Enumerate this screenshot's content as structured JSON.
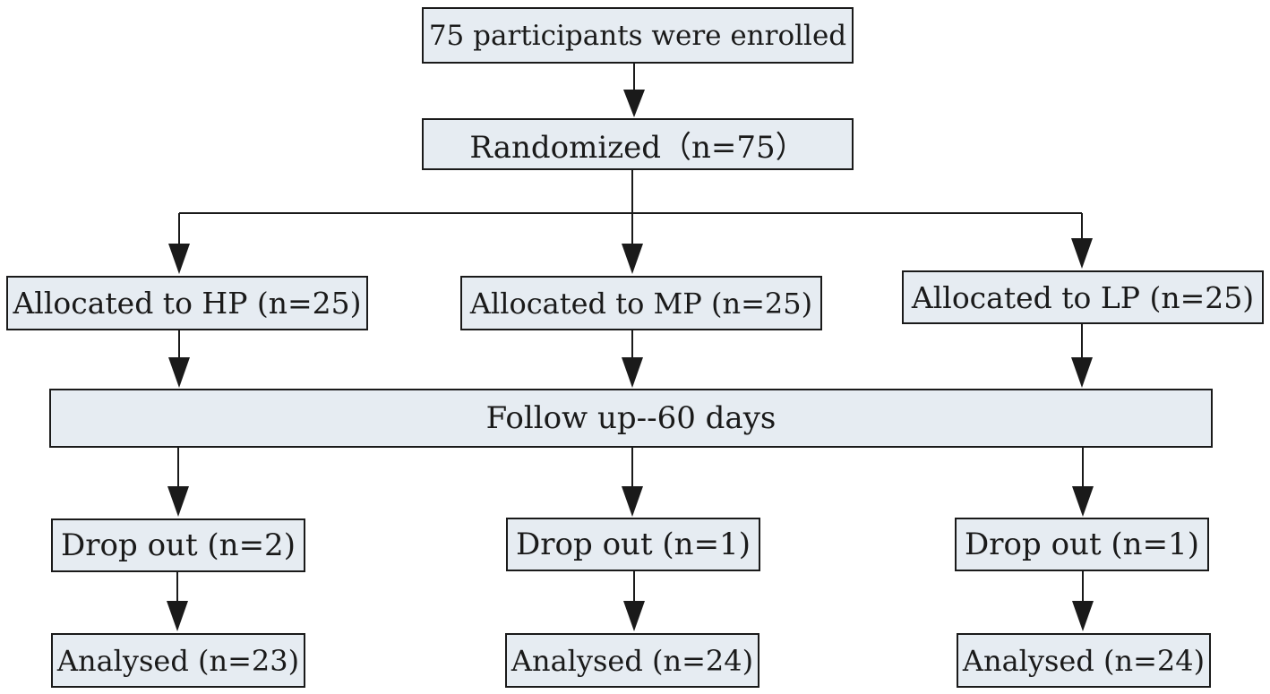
{
  "diagram": {
    "enrolled": "75 participants were enrolled",
    "randomized": "Randomized（n=75）",
    "allocation": {
      "hp": "Allocated to HP (n=25)",
      "mp": "Allocated to MP (n=25)",
      "lp": "Allocated to LP (n=25)"
    },
    "follow_up": "Follow up--60 days",
    "drop_out": {
      "hp": "Drop out (n=2)",
      "mp": "Drop out (n=1)",
      "lp": "Drop out (n=1)"
    },
    "analysed": {
      "hp": "Analysed (n=23)",
      "mp": "Analysed (n=24)",
      "lp": "Analysed (n=24)"
    }
  },
  "colors": {
    "box_fill": "#e6ecf2",
    "line": "#1a1a1a"
  }
}
